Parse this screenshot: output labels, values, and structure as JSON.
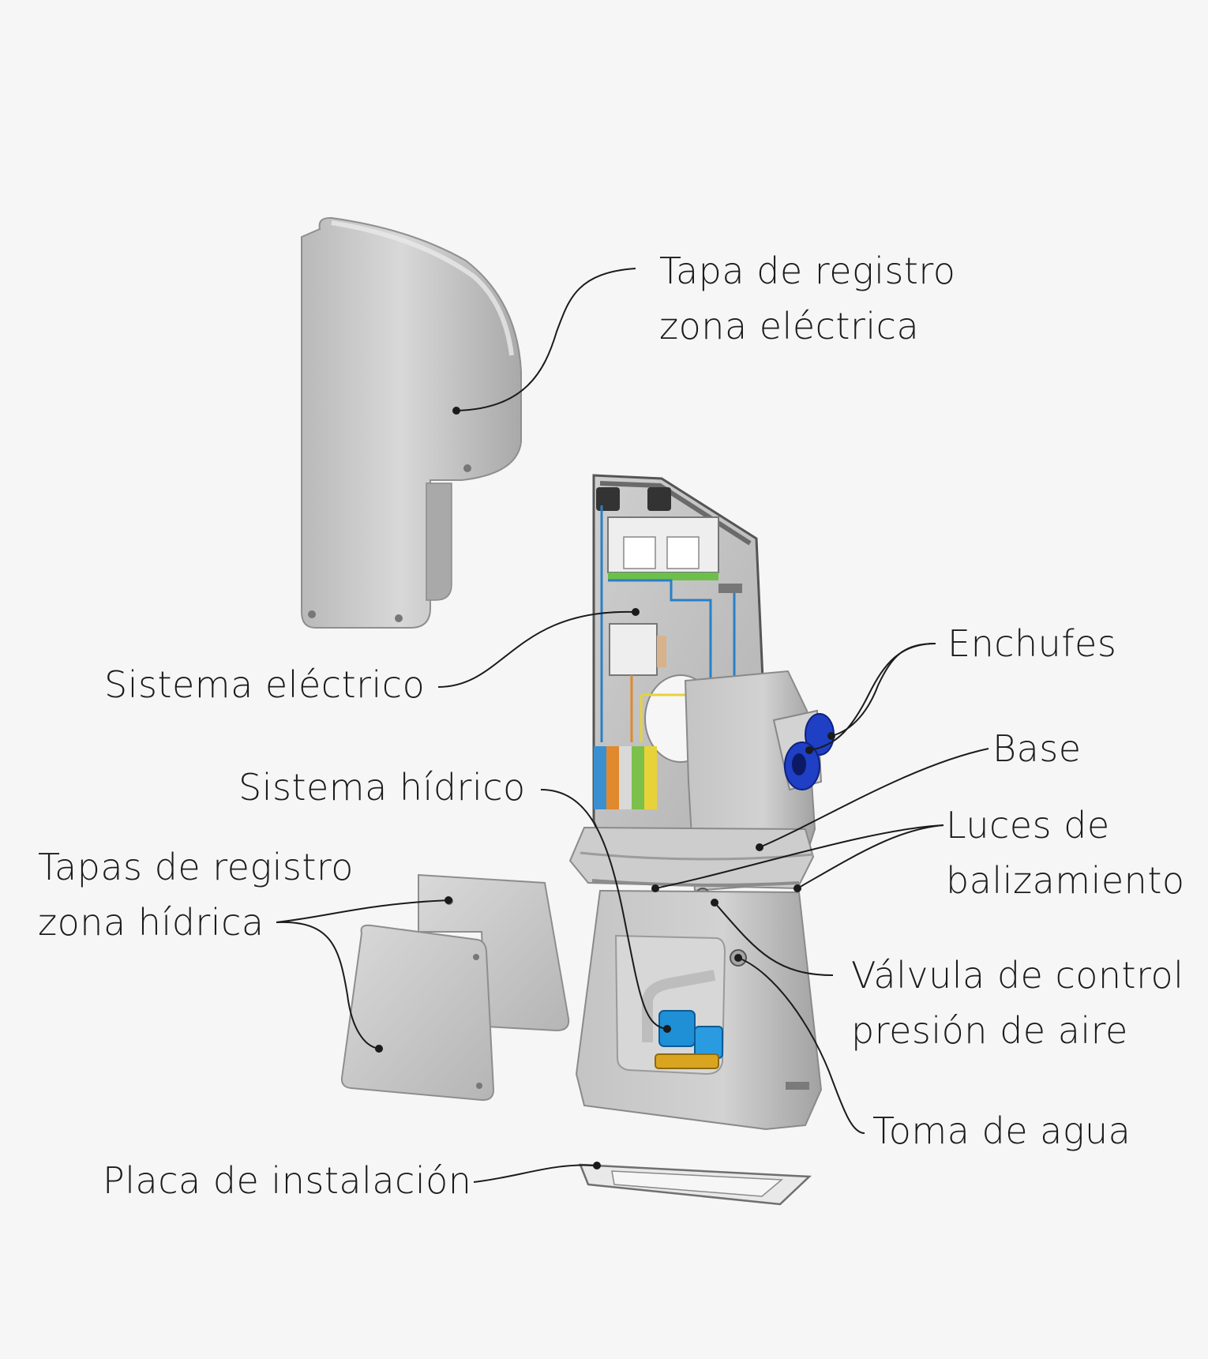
{
  "labels": {
    "tapa_electrica": [
      "Tapa de registro",
      "zona eléctrica"
    ],
    "sistema_electrico": "Sistema eléctrico",
    "enchufes": "Enchufes",
    "base": "Base",
    "sistema_hidrico": "Sistema hídrico",
    "luces": [
      "Luces de",
      "balizamiento"
    ],
    "tapas_hidrica": [
      "Tapas de registro",
      "zona hídrica"
    ],
    "valvula": [
      "Válvula de control",
      "presión de aire"
    ],
    "toma_agua": "Toma de agua",
    "placa": "Placa de instalación"
  },
  "colors": {
    "background": "#f6f6f6",
    "body": "#c9c9c9",
    "body_dark": "#9e9e9e",
    "panel": "#bdbdbd",
    "socket_blue": "#1f3fc4",
    "water_blue": "#1f8fd6",
    "brass": "#d9a520",
    "wire_yellow": "#e8d23a",
    "ink": "#1b1b1b"
  }
}
